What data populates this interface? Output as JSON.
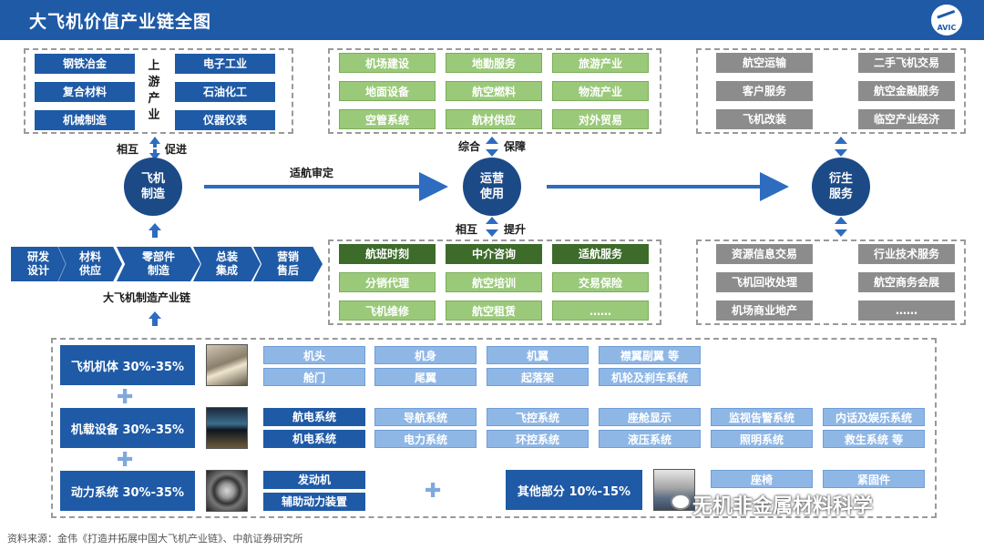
{
  "title": "大飞机价值产业链全图",
  "logo_text": "AVIC",
  "upstream": {
    "left": [
      "钢铁冶金",
      "复合材料",
      "机械制造"
    ],
    "right": [
      "电子工业",
      "石油化工",
      "仪器仪表"
    ],
    "label": [
      "上",
      "游",
      "产",
      "业"
    ]
  },
  "ops_top": [
    [
      "机场建设",
      "地勤服务",
      "旅游产业"
    ],
    [
      "地面设备",
      "航空燃料",
      "物流产业"
    ],
    [
      "空管系统",
      "航材供应",
      "对外贸易"
    ]
  ],
  "derived_top": [
    [
      "航空运输",
      "二手飞机交易"
    ],
    [
      "客户服务",
      "航空金融服务"
    ],
    [
      "飞机改装",
      "临空产业经济"
    ]
  ],
  "ops_bottom": [
    [
      "航班时刻",
      "中介咨询",
      "适航服务"
    ],
    [
      "分销代理",
      "航空培训",
      "交易保险"
    ],
    [
      "飞机维修",
      "航空租赁",
      "……"
    ]
  ],
  "derived_bottom": [
    [
      "资源信息交易",
      "行业技术服务"
    ],
    [
      "飞机回收处理",
      "航空商务会展"
    ],
    [
      "机场商业地产",
      "……"
    ]
  ],
  "labels": {
    "mutual": "相互",
    "promote": "促进",
    "integrate": "综合",
    "guarantee": "保障",
    "mutual2": "相互",
    "improve": "提升",
    "airworthy": "适航审定",
    "chain_label": "大飞机制造产业链"
  },
  "circles": {
    "manufacture": [
      "飞机",
      "制造"
    ],
    "operate": [
      "运营",
      "使用"
    ],
    "derived": [
      "衍生",
      "服务"
    ]
  },
  "chain": [
    [
      "研发",
      "设计"
    ],
    [
      "材料",
      "供应"
    ],
    [
      "零部件",
      "制造"
    ],
    [
      "总装",
      "集成"
    ],
    [
      "营销",
      "售后"
    ]
  ],
  "airframe": {
    "label": "飞机机体 30%-35%",
    "row1": [
      "机头",
      "机身",
      "机翼",
      "襟翼副翼 等"
    ],
    "row2": [
      "舱门",
      "尾翼",
      "起落架",
      "机轮及刹车系统"
    ]
  },
  "equipment": {
    "label": "机载设备 30%-35%",
    "row1": [
      "航电系统",
      "导航系统",
      "飞控系统",
      "座舱显示",
      "监视告警系统",
      "内话及娱乐系统"
    ],
    "row2": [
      "机电系统",
      "电力系统",
      "环控系统",
      "液压系统",
      "照明系统",
      "救生系统 等"
    ]
  },
  "power": {
    "label": "动力系统 30%-35%",
    "items": [
      "发动机",
      "辅助动力装置"
    ]
  },
  "other": {
    "label": "其他部分 10%-15%",
    "items": [
      "座椅",
      "紧固件"
    ]
  },
  "plus_symbol": "✚",
  "source": "资料来源：金伟《打造并拓展中国大飞机产业链》、中航证券研究所",
  "watermark": "无机非金属材料科学",
  "colors": {
    "primary": "#1f5aa6",
    "green": "#9bc97a",
    "dark_green": "#3d6b2a",
    "gray": "#8c8c8c",
    "light_blue": "#8fb7e6"
  }
}
